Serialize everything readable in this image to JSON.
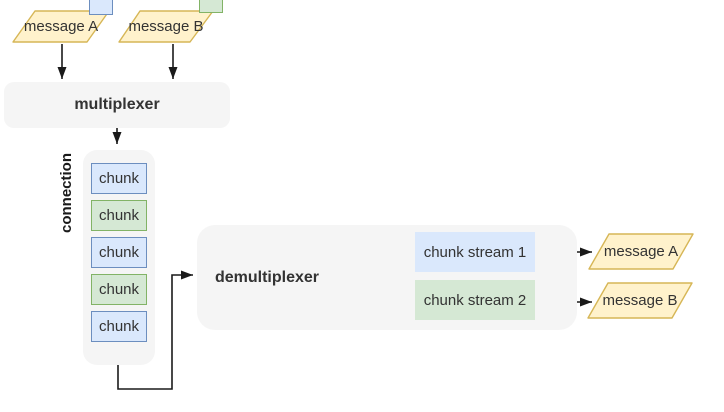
{
  "diagram": {
    "inputs": {
      "message_a": "message A",
      "message_b": "message B"
    },
    "multiplexer": {
      "label": "multiplexer"
    },
    "connection": {
      "label": "connection",
      "chunks": [
        {
          "label": "chunk",
          "color": "blue"
        },
        {
          "label": "chunk",
          "color": "green"
        },
        {
          "label": "chunk",
          "color": "blue"
        },
        {
          "label": "chunk",
          "color": "green"
        },
        {
          "label": "chunk",
          "color": "blue"
        }
      ]
    },
    "demultiplexer": {
      "label": "demultiplexer",
      "streams": [
        {
          "label": "chunk stream 1",
          "color": "blue"
        },
        {
          "label": "chunk stream 2",
          "color": "green"
        }
      ]
    },
    "outputs": {
      "message_a": "message A",
      "message_b": "message B"
    }
  },
  "palette": {
    "yellow_fill": "#fff2cc",
    "yellow_border": "#d6b656",
    "blue_fill": "#dae8fc",
    "blue_border": "#6c8ebf",
    "green_fill": "#d5e8d4",
    "green_border": "#82b366",
    "container_fill": "#f5f5f5",
    "line_color": "#1a1a1a",
    "text_color": "#333333"
  }
}
